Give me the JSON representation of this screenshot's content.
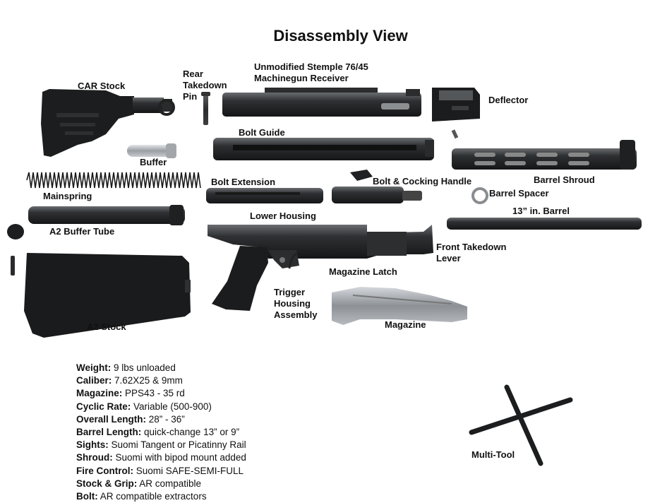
{
  "title": "Disassembly View",
  "parts": {
    "car_stock": "CAR Stock",
    "rear_takedown_pin": [
      "Rear",
      "Takedown",
      "Pin"
    ],
    "receiver": [
      "Unmodified Stemple 76/45",
      "Machinegun Receiver"
    ],
    "deflector": "Deflector",
    "bolt_guide": "Bolt Guide",
    "buffer": "Buffer",
    "mainspring": "Mainspring",
    "bolt_extension": "Bolt Extension",
    "bolt_cocking_handle": "Bolt & Cocking Handle",
    "barrel_shroud": "Barrel Shroud",
    "barrel_spacer": "Barrel Spacer",
    "barrel": "13” in. Barrel",
    "a2_buffer_tube": "A2 Buffer Tube",
    "lower_housing": "Lower Housing",
    "front_takedown_lever": [
      "Front Takedown",
      "Lever"
    ],
    "magazine_latch": "Magazine Latch",
    "trigger_housing": [
      "Trigger",
      "Housing",
      "Assembly"
    ],
    "a2_stock": "A2 Stock",
    "magazine": "Magazine",
    "multi_tool": "Multi-Tool"
  },
  "specs": [
    {
      "label": "Weight:",
      "value": " 9 lbs unloaded"
    },
    {
      "label": "Caliber:",
      "value": " 7.62X25 & 9mm"
    },
    {
      "label": "Magazine:",
      "value": " PPS43 - 35 rd"
    },
    {
      "label": "Cyclic Rate:",
      "value": " Variable (500-900)"
    },
    {
      "label": "Overall Length:",
      "value": " 28” - 36”"
    },
    {
      "label": "Barrel Length:",
      "value": " quick-change 13” or 9”"
    },
    {
      "label": "Sights:",
      "value": " Suomi Tangent or Picatinny Rail"
    },
    {
      "label": "Shroud:",
      "value": " Suomi with bipod mount added"
    },
    {
      "label": "Fire Control:",
      "value": " Suomi SAFE-SEMI-FULL"
    },
    {
      "label": "Stock & Grip:",
      "value": " AR compatible"
    },
    {
      "label": "Bolt:",
      "value": " AR compatible extractors"
    }
  ]
}
